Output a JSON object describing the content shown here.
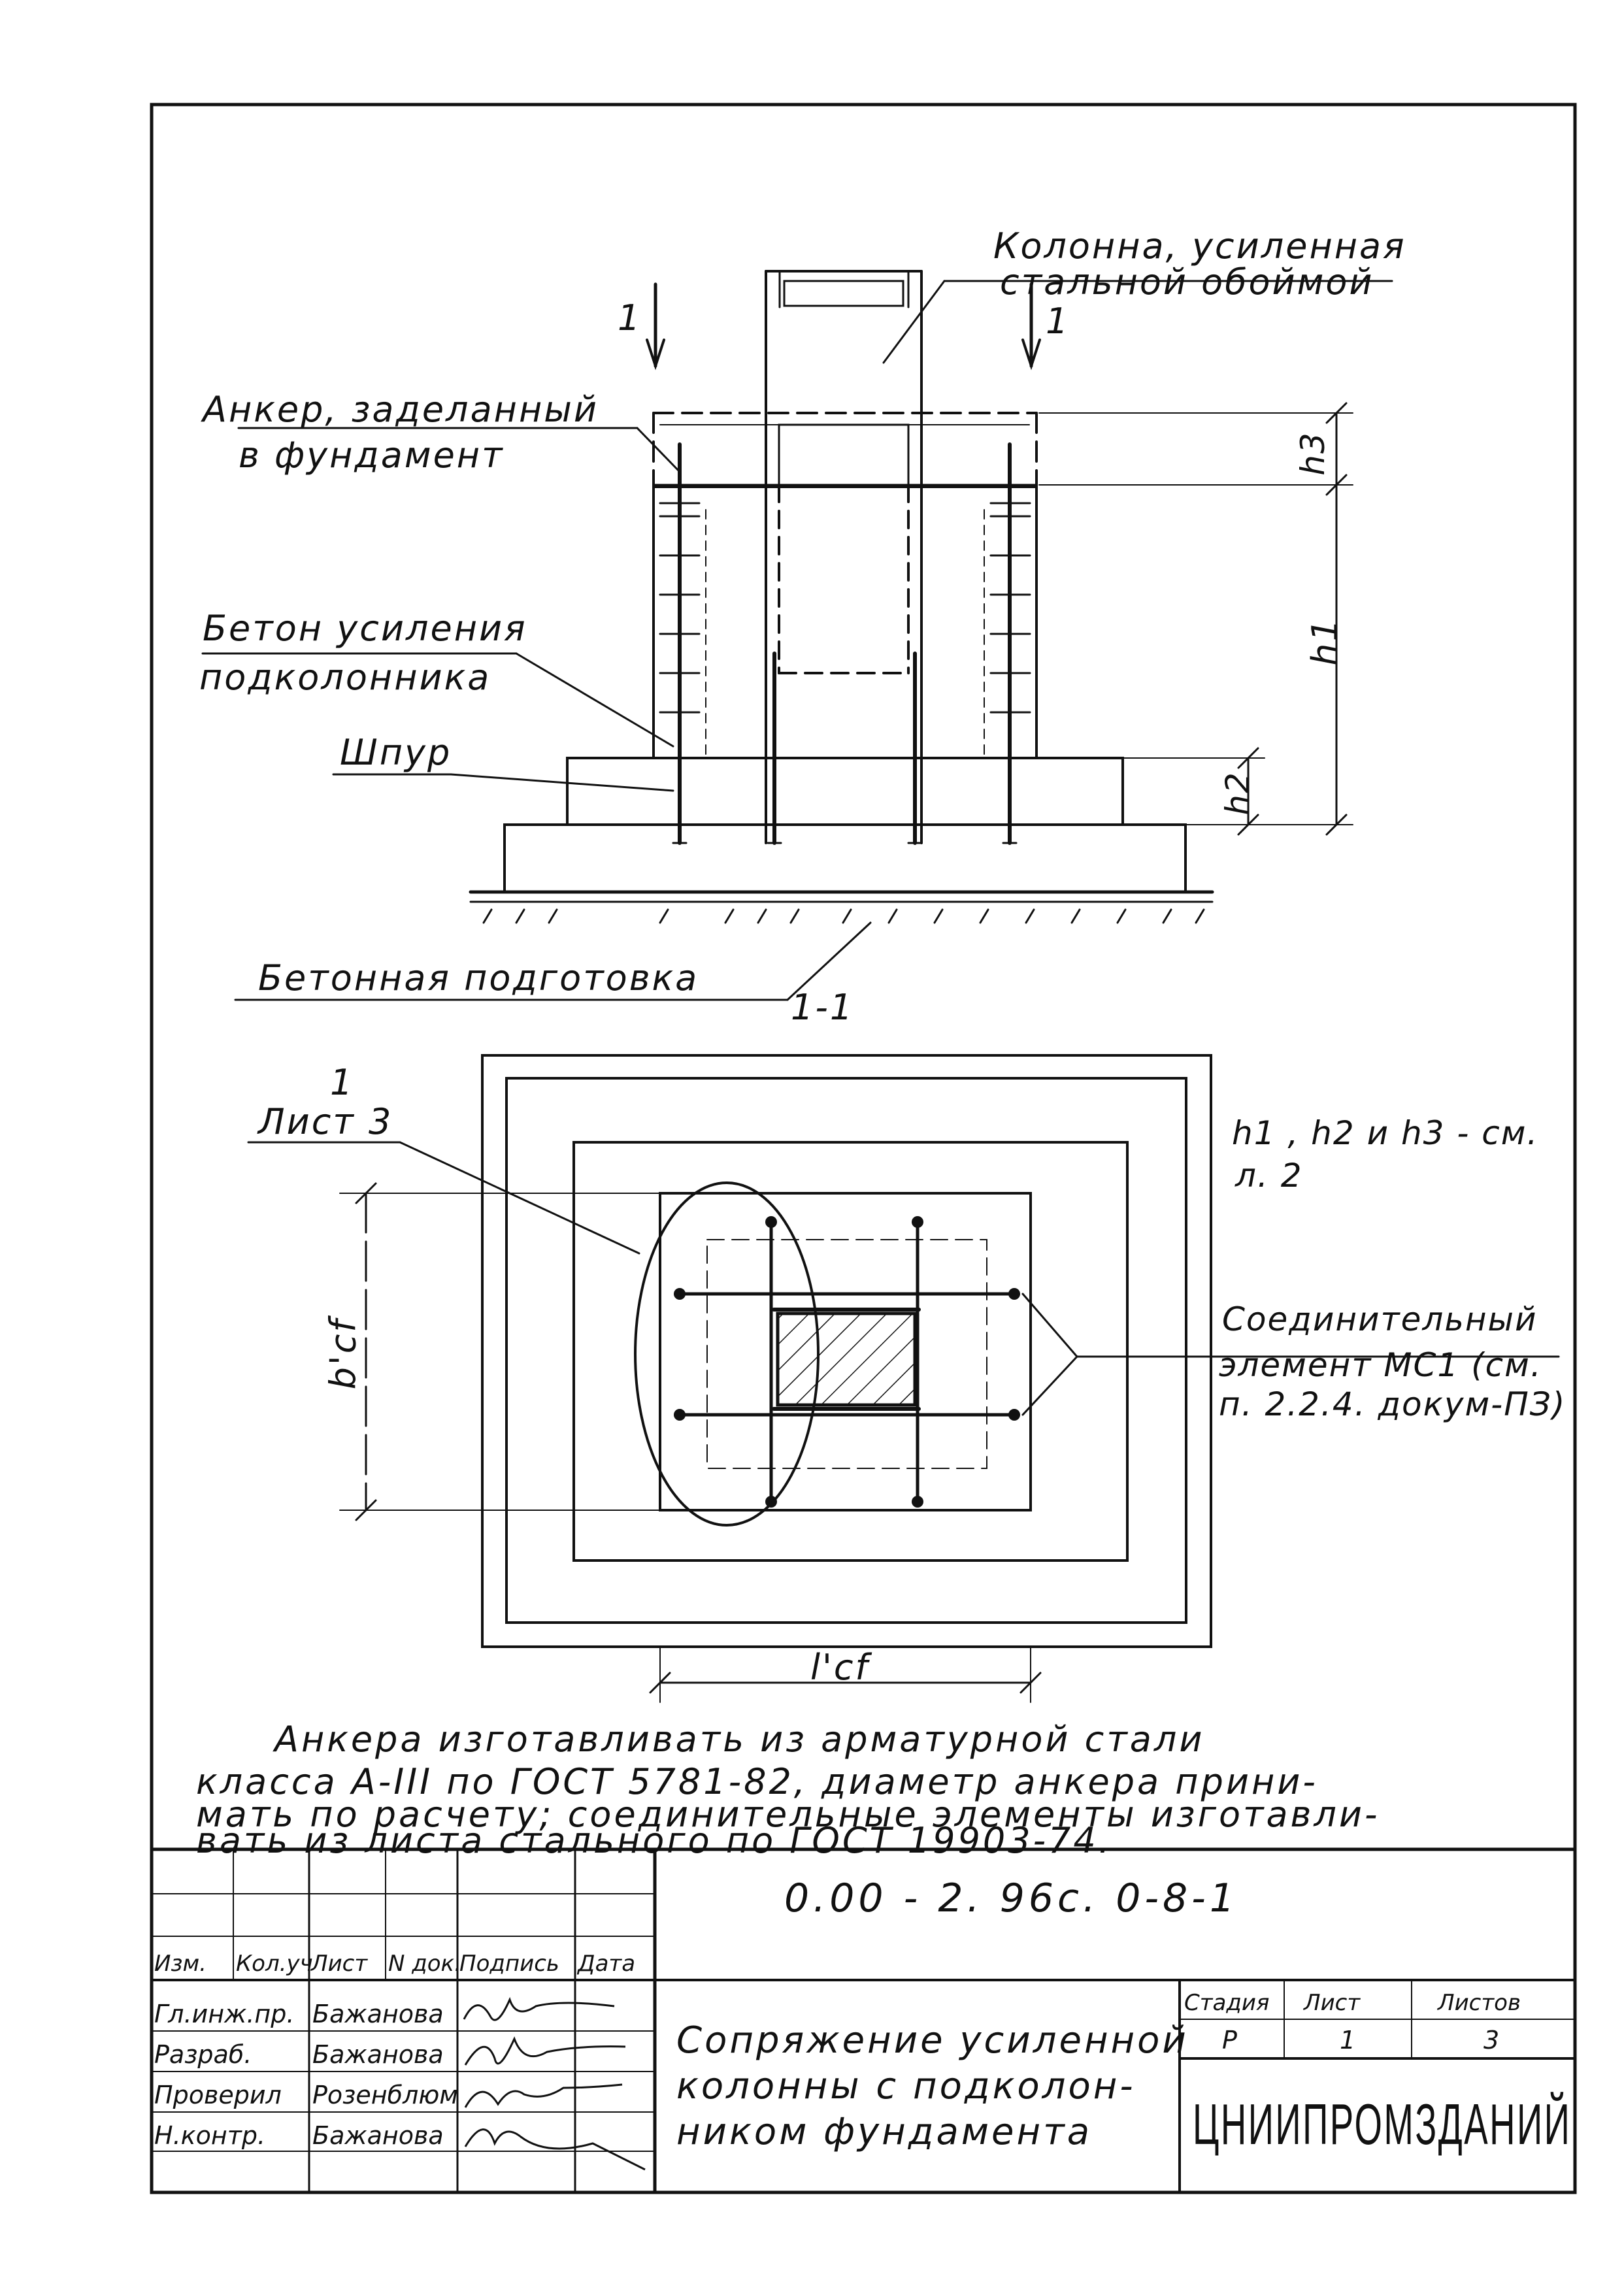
{
  "labels": {
    "column": [
      "Колонна, усиленная",
      "стальной обоймой"
    ],
    "anchor": [
      "Анкер, заделанный",
      "в фундамент"
    ],
    "concrete": [
      "Бетон усиления",
      "подколонника"
    ],
    "hole": "Шпур",
    "prep": "Бетонная подготовка",
    "section_mark_left": "1",
    "section_mark_right": "1",
    "section_title": "1-1",
    "sheet_ref_num": "1",
    "sheet_ref": "Лист 3",
    "h3": "h3",
    "h1": "h1",
    "h2": "h2",
    "bcf": "b'cf",
    "lcf": "l'cf",
    "hnote": [
      "h1 , h2 и h3 - см.",
      "л. 2"
    ],
    "connector": [
      "Соединительный",
      "элемент МС1 (см.",
      "п. 2.2.4. докум-ПЗ)"
    ]
  },
  "note": [
    "Анкера  изготавливать  из арматурной  стали",
    "класса А-III по ГОСТ 5781-82, диаметр анкера прини-",
    "мать по расчету; соединительные элементы изготавли-",
    "вать из листа стального по ГОСТ 19903-74."
  ],
  "titleblock": {
    "code": "0.00 - 2. 96с. 0-8-1",
    "headers": [
      "Изм.",
      "Кол.уч",
      "Лист",
      "N док.",
      "Подпись",
      "Дата"
    ],
    "rows": [
      {
        "role": "Гл.инж.пр.",
        "name": "Бажанова"
      },
      {
        "role": "Разраб.",
        "name": "Бажанова"
      },
      {
        "role": "Проверил",
        "name": "Розенблюм"
      },
      {
        "role": "Н.контр.",
        "name": "Бажанова"
      }
    ],
    "title": [
      "Сопряжение усиленной",
      "колонны с подколон-",
      "ником фундамента"
    ],
    "stage_header": "Стадия",
    "sheet_header": "Лист",
    "sheets_header": "Листов",
    "stage": "Р",
    "sheet": "1",
    "sheets": "3",
    "org": "ЦНИИПРОМЗДАНИЙ"
  }
}
